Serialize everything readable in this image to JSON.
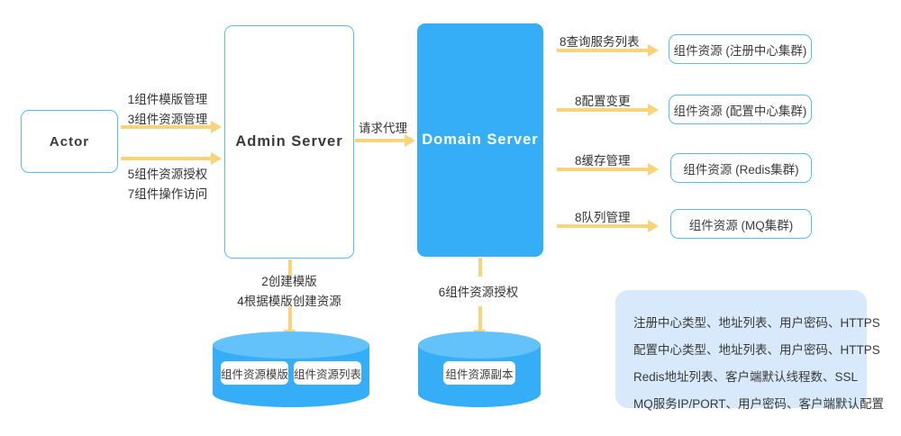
{
  "diagram": {
    "title": "Component resource management architecture",
    "colors": {
      "accent_blue": "#35aef7",
      "border_blue": "#56bdf8",
      "arrow_gold": "#f9d37a",
      "panel_bg": "#d7e9fb",
      "text_dark": "#3a3a3a"
    }
  },
  "nodes": {
    "actor": {
      "label": "Actor"
    },
    "admin_server": {
      "label": "Admin  Server"
    },
    "domain_server": {
      "label": "Domain  Server"
    }
  },
  "edges": {
    "actor_to_admin_top": {
      "line1": "1组件模版管理",
      "line2": "3组件资源管理"
    },
    "actor_to_admin_bottom": {
      "line1": "5组件资源授权",
      "line2": "7组件操作访问"
    },
    "admin_to_domain": {
      "label": "请求代理"
    },
    "admin_to_store": {
      "line1": "2创建模版",
      "line2": "4根据模版创建资源"
    },
    "domain_to_store": {
      "label": "6组件资源授权"
    }
  },
  "resources": [
    {
      "edge_label": "8查询服务列表",
      "box_label": "组件资源 (注册中心集群)"
    },
    {
      "edge_label": "8配置变更",
      "box_label": "组件资源 (配置中心集群)"
    },
    {
      "edge_label": "8缓存管理",
      "box_label": "组件资源 (Redis集群)"
    },
    {
      "edge_label": "8队列管理",
      "box_label": "组件资源 (MQ集群)"
    }
  ],
  "stores": {
    "admin_store": {
      "chips": [
        {
          "label": "组件资源模版"
        },
        {
          "label": "组件资源列表"
        }
      ]
    },
    "domain_store": {
      "chips": [
        {
          "label": "组件资源副本"
        }
      ]
    }
  },
  "info_panel": {
    "lines": [
      "注册中心类型、地址列表、用户密码、HTTPS",
      "配置中心类型、地址列表、用户密码、HTTPS",
      "Redis地址列表、客户端默认线程数、SSL",
      "MQ服务IP/PORT、用户密码、客户端默认配置"
    ]
  }
}
